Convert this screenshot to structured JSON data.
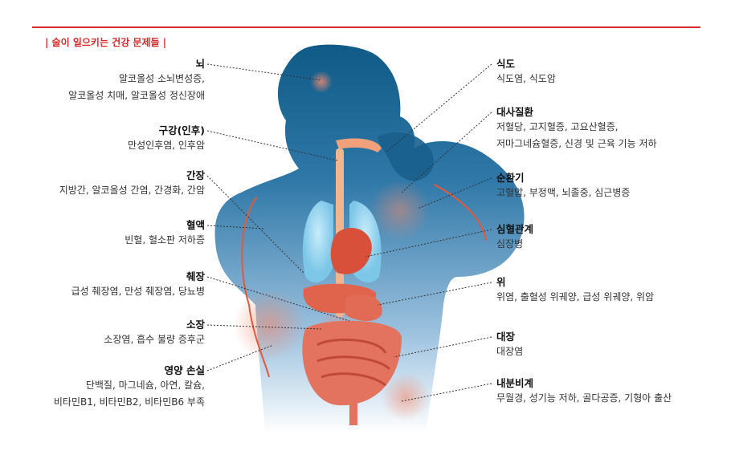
{
  "header": {
    "title": "| 술이 일으키는 건강 문제들 |",
    "accent": "#d62b2b"
  },
  "colors": {
    "silhouette_dark": "#0f5a86",
    "silhouette_light": "#dbe9f4",
    "organ_red": "#d9503a",
    "lung_blue": "#8fd1ee",
    "glow": "#f39b86"
  },
  "left_labels": [
    {
      "name": "뇌",
      "lines": [
        "알코올성 소뇌변성증,",
        "알코올성 치매, 알코올성 정신장애"
      ]
    },
    {
      "name": "구강(인후)",
      "lines": [
        "만성인후염, 인후암"
      ]
    },
    {
      "name": "간장",
      "lines": [
        "지방간, 알코올성 간염, 간경화, 간암"
      ]
    },
    {
      "name": "혈액",
      "lines": [
        "빈혈, 혈소판 저하증"
      ]
    },
    {
      "name": "췌장",
      "lines": [
        "급성 췌장염, 만성 췌장염, 당뇨병"
      ]
    },
    {
      "name": "소장",
      "lines": [
        "소장염, 흡수 불량 증후군"
      ]
    },
    {
      "name": "영양 손실",
      "lines": [
        "단백질, 마그네슘, 아연, 칼슘,",
        "비타민B1, 비타민B2, 비타민B6 부족"
      ]
    }
  ],
  "right_labels": [
    {
      "name": "식도",
      "lines": [
        "식도염, 식도암"
      ]
    },
    {
      "name": "대사질환",
      "lines": [
        "저혈당, 고지혈증, 고요산혈증,",
        "저마그네슘혈증, 신경 및 근육 기능 저하"
      ]
    },
    {
      "name": "순환기",
      "lines": [
        "고혈압, 부정맥, 뇌졸중, 심근병증"
      ]
    },
    {
      "name": "심혈관계",
      "lines": [
        "심장병"
      ]
    },
    {
      "name": "위",
      "lines": [
        "위염, 출혈성 위궤양, 급성 위궤양, 위암"
      ]
    },
    {
      "name": "대장",
      "lines": [
        "대장염"
      ]
    },
    {
      "name": "내분비계",
      "lines": [
        "무월경, 성기능 저하, 골다공증, 기형아 출산"
      ]
    }
  ]
}
